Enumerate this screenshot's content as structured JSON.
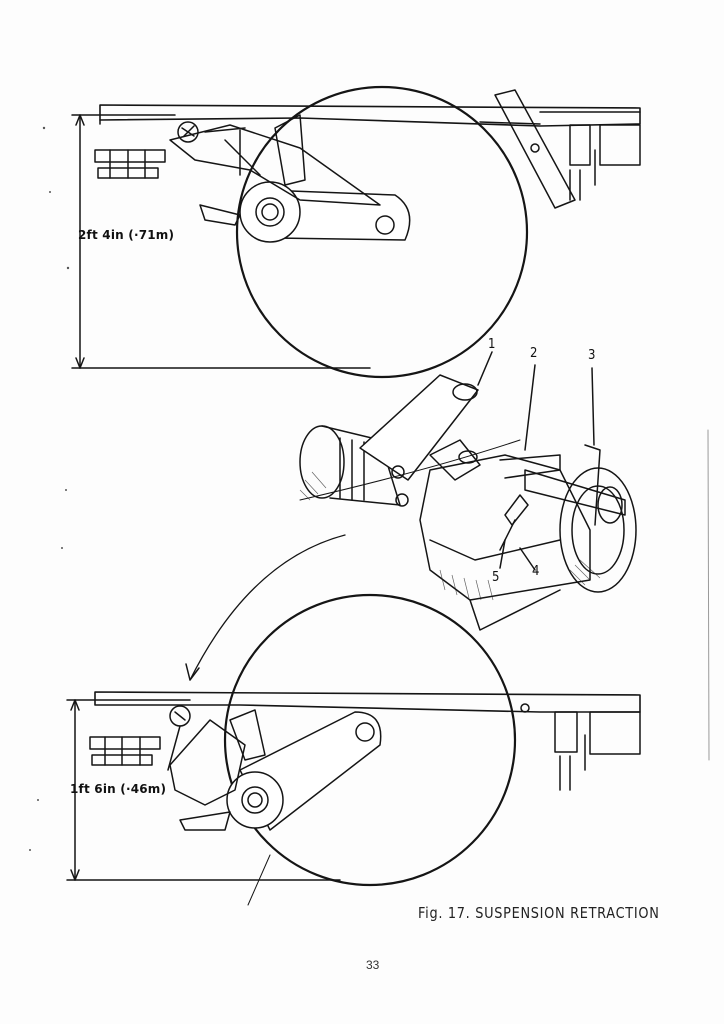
{
  "figure": {
    "caption": "Fig. 17. SUSPENSION RETRACTION",
    "dimension_upper": "2ft 4in (·71m)",
    "dimension_lower": "1ft 6in (·46m)",
    "callouts": [
      "1",
      "2",
      "3",
      "4",
      "5"
    ]
  },
  "page_number": "33"
}
